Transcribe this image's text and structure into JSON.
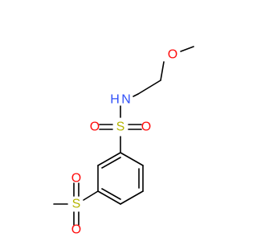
{
  "molecule": {
    "atoms": {
      "ether_oxygen": "O",
      "amide_nitrogen": "N",
      "amide_hydrogen": "H",
      "sulfonamide_sulfur": "S",
      "sulfonamide_oxygen_left": "O",
      "sulfonamide_oxygen_right": "O",
      "sulfone_sulfur": "S",
      "sulfone_oxygen_top": "O",
      "sulfone_oxygen_bottom": "O"
    },
    "colors": {
      "oxygen": "#ff0d0d",
      "nitrogen": "#3050f8",
      "sulfur": "#b5b500",
      "carbon": "#000000"
    }
  }
}
